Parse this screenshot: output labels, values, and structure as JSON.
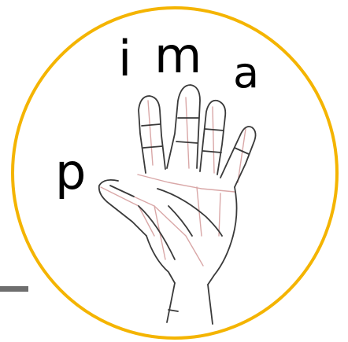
{
  "diagram": {
    "finger_labels": {
      "p": "p",
      "i": "i",
      "m": "m",
      "a": "a"
    },
    "colors": {
      "circle": "#F4B400",
      "outline": "#3a3a3a",
      "construction": "#d9a7a7",
      "dash": "#6e6e6e"
    },
    "icons": [
      "hand-drawing",
      "circle-frame"
    ]
  }
}
